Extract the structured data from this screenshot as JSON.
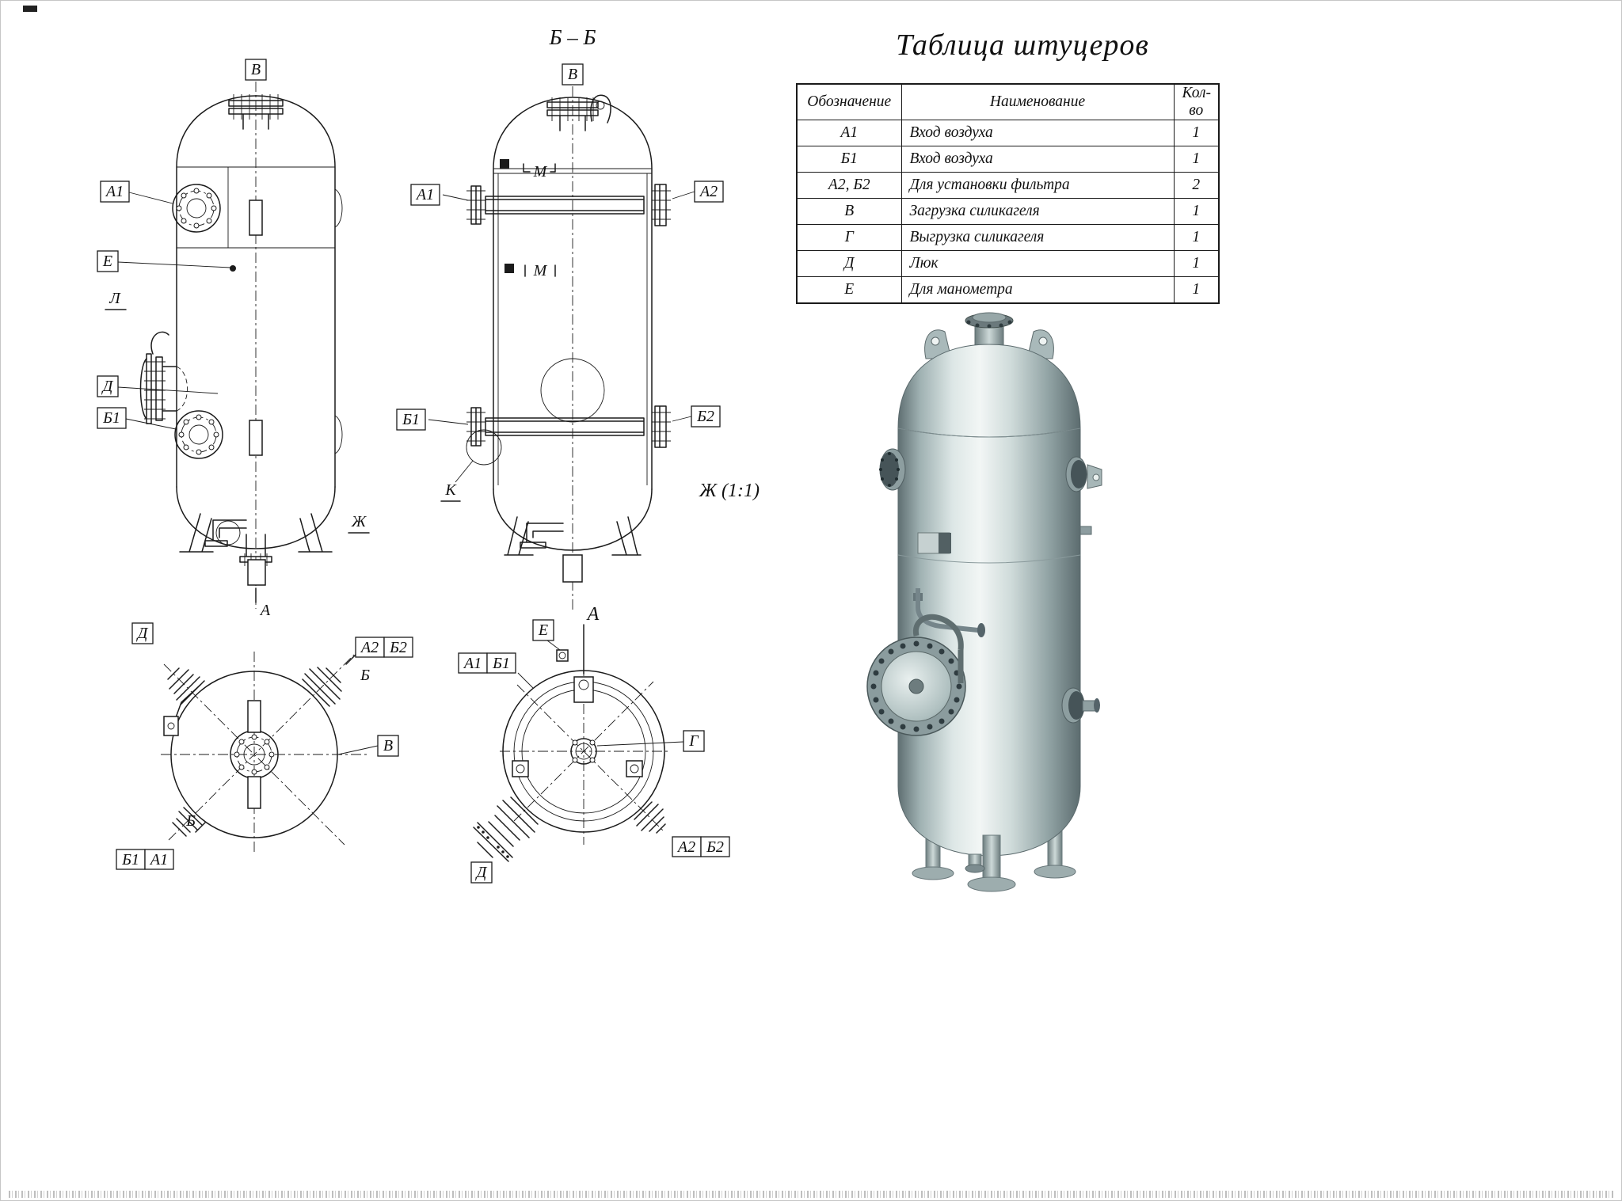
{
  "sheet": {
    "background": "#ffffff",
    "line_color": "#1b1b1b",
    "metal_color": "#b9c6c7"
  },
  "title": "Таблица штуцеров",
  "table": {
    "headers": {
      "designation": "Обозначение",
      "name": "Наименование",
      "qty": "Кол-во"
    },
    "rows": [
      {
        "designation": "А1",
        "name": "Вход воздуха",
        "qty": "1"
      },
      {
        "designation": "Б1",
        "name": "Вход воздуха",
        "qty": "1"
      },
      {
        "designation": "А2, Б2",
        "name": "Для установки фильтра",
        "qty": "2"
      },
      {
        "designation": "В",
        "name": "Загрузка силикагеля",
        "qty": "1"
      },
      {
        "designation": "Г",
        "name": "Выгрузка силикагеля",
        "qty": "1"
      },
      {
        "designation": "Д",
        "name": "Люк",
        "qty": "1"
      },
      {
        "designation": "Е",
        "name": "Для манометра",
        "qty": "1"
      }
    ]
  },
  "front_view": {
    "labels": {
      "v": "В",
      "a1": "А1",
      "e": "Е",
      "l": "Л",
      "d": "Д",
      "b1": "Б1",
      "zh": "Ж",
      "a": "А"
    }
  },
  "section_view": {
    "title": "Б – Б",
    "labels": {
      "v": "В",
      "m_top": "М",
      "m_bottom": "М",
      "a1": "А1",
      "a2": "А2",
      "b1": "Б1",
      "b2": "Б2",
      "k": "К",
      "zh_scale": "Ж (1:1)"
    }
  },
  "top_view": {
    "labels": {
      "d": "Д",
      "a2": "А2",
      "b2": "Б2",
      "b_cut_top": "Б",
      "v": "В",
      "b1": "Б1",
      "a1": "А1",
      "b_cut_bottom": "Б"
    }
  },
  "bottom_view": {
    "labels": {
      "a": "А",
      "e": "Е",
      "a1": "А1",
      "b1": "Б1",
      "g": "Г",
      "d": "Д",
      "a2": "А2",
      "b2": "Б2"
    }
  }
}
